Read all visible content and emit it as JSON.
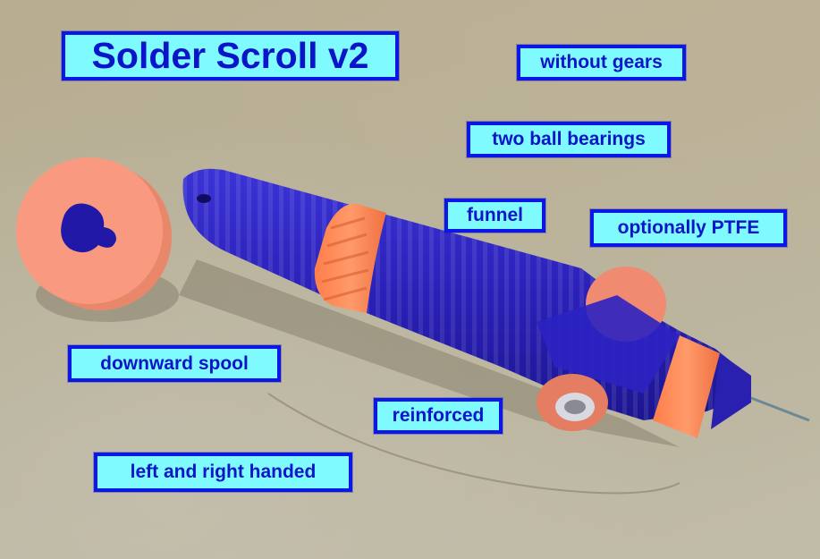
{
  "image": {
    "description": "Photo of a 3D-printed blue and orange solder dispenser pen (Solder Scroll v2) on a beige surface with annotated feature labels",
    "colors": {
      "label_fill": "#7ffbff",
      "label_border": "#0a17e6",
      "label_text": "#0a14c8",
      "body_blue": "#2a22b8",
      "accent_orange": "#ff8a5c",
      "surface": "#b7ae95"
    }
  },
  "labels": {
    "title": "Solder Scroll v2",
    "without_gears": "without gears",
    "two_ball_bearings": "two ball bearings",
    "funnel": "funnel",
    "optionally_ptfe": "optionally PTFE",
    "downward_spool": "downward spool",
    "reinforced": "reinforced",
    "left_and_right_handed": "left and right handed"
  }
}
